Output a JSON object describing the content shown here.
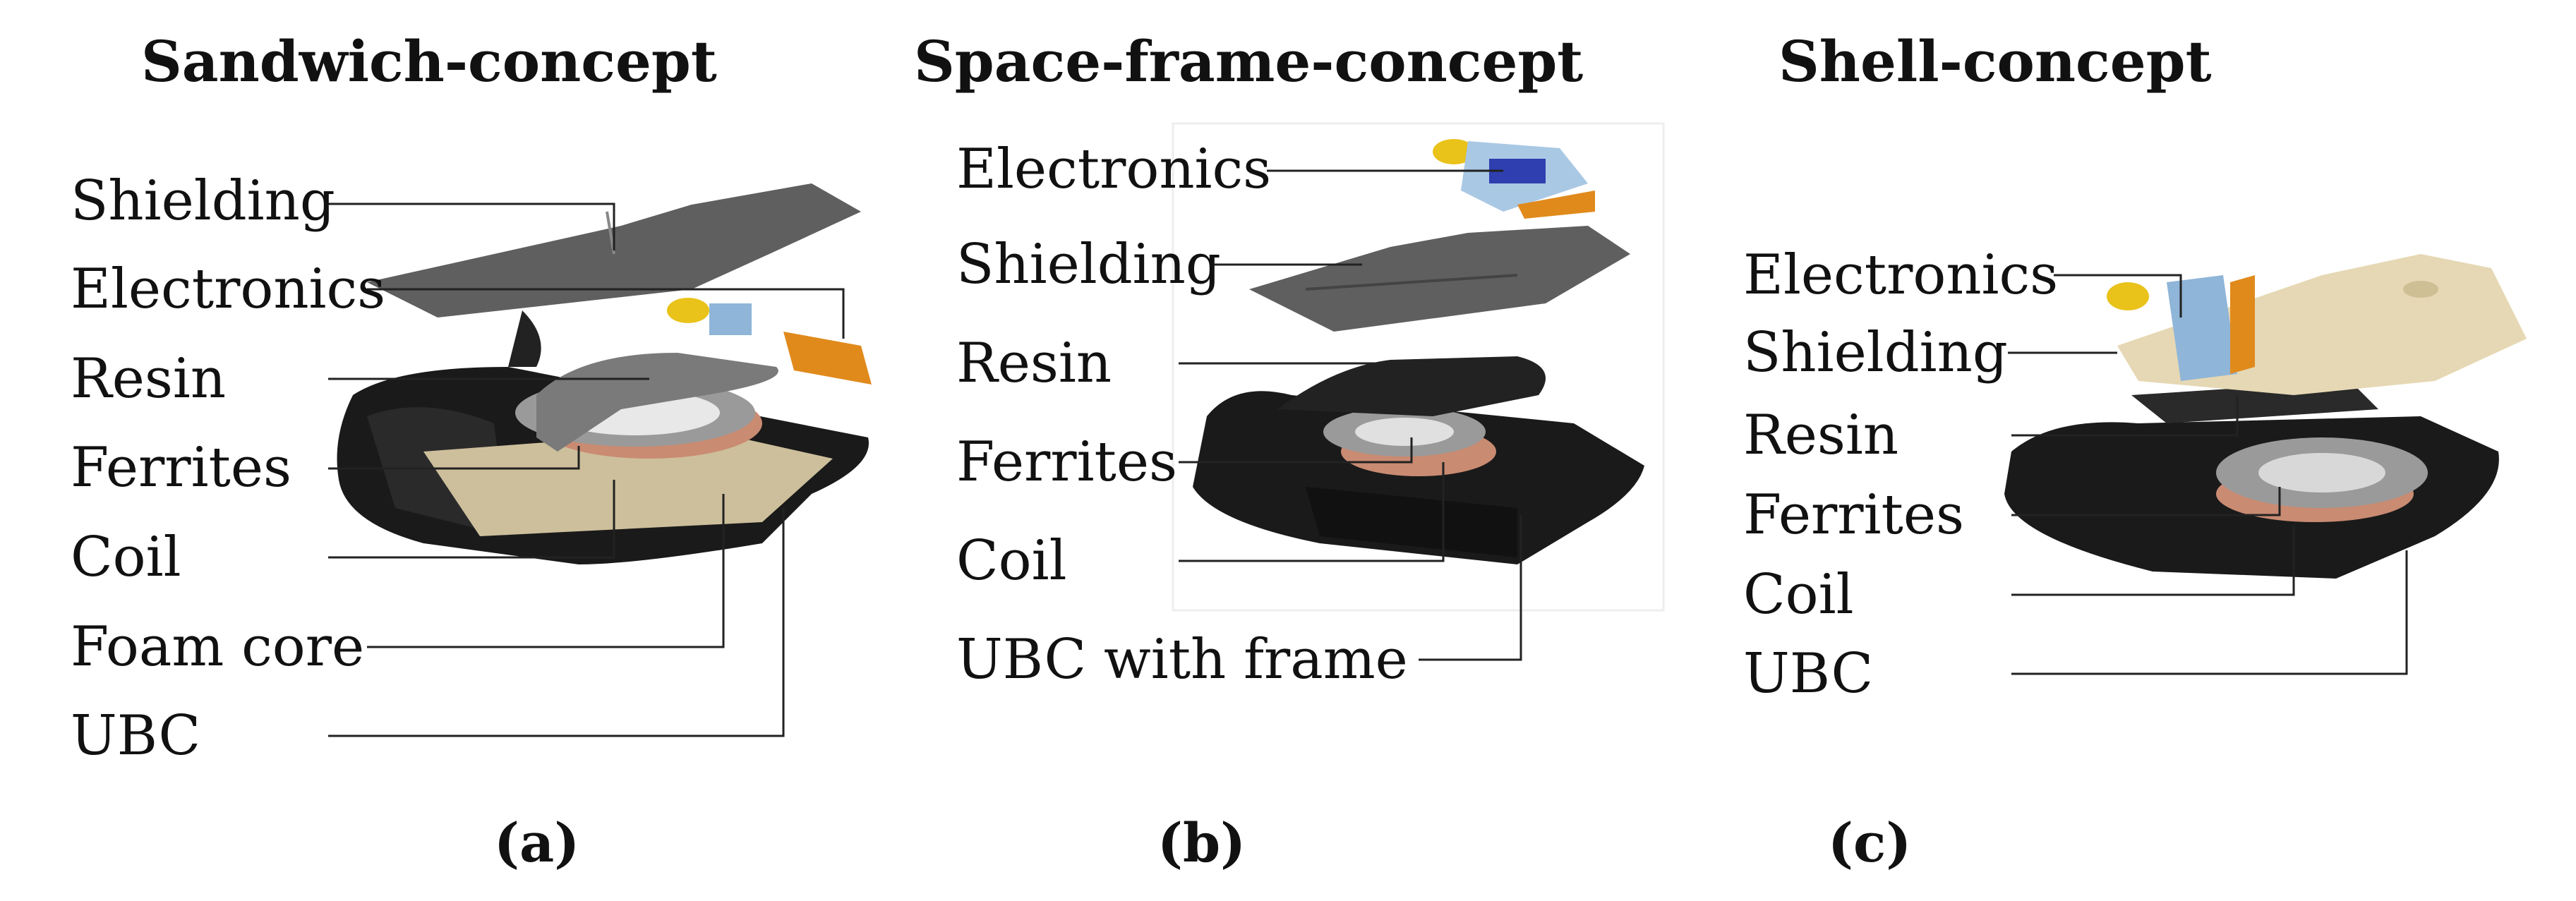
{
  "panels": [
    {
      "title": "Sandwich-concept",
      "caption": "(a)",
      "labels": [
        "Shielding",
        "Electronics",
        "Resin",
        "Ferrites",
        "Coil",
        "Foam core",
        "UBC"
      ]
    },
    {
      "title": "Space-frame-concept",
      "caption": "(b)",
      "labels": [
        "Electronics",
        "Shielding",
        "Resin",
        "Ferrites",
        "Coil",
        "UBC with frame"
      ]
    },
    {
      "title": "Shell-concept",
      "caption": "(c)",
      "labels": [
        "Electronics",
        "Shielding",
        "Resin",
        "Ferrites",
        "Coil",
        "UBC"
      ]
    }
  ],
  "colors": {
    "ubc": "#1a1a1a",
    "shielding": "#5f5f5f",
    "resin": "#2c2c2c",
    "ferrites": "#9a9a9a",
    "coil": "#c98b72",
    "foam": "#cdbf9b",
    "electronics_orange": "#e08a1c",
    "electronics_blue": "#8fb5d8",
    "connector_yellow": "#e9c21a",
    "shell_beige": "#e6d8b4"
  }
}
